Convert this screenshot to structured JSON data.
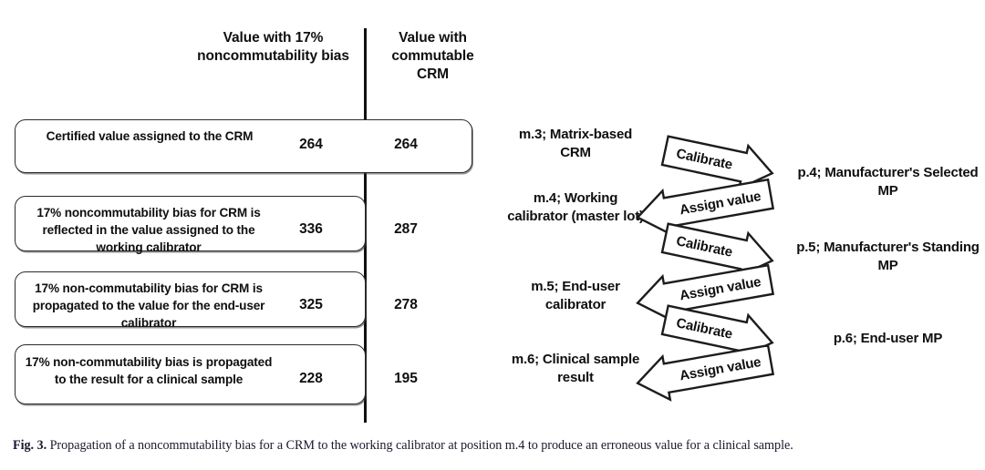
{
  "figure": {
    "caption_label": "Fig. 3.",
    "caption_text": "Propagation of a noncommutability bias for a CRM to the working calibrator at position m.4 to produce an erroneous value for a clinical sample."
  },
  "table": {
    "headers": {
      "bias_column": "Value with 17% noncommutability bias",
      "commutable_column": "Value with commutable CRM"
    },
    "rows": [
      {
        "statement": "Certified value assigned to the CRM",
        "bias_value": "264",
        "commutable_value": "264"
      },
      {
        "statement": "17% noncommutability bias for CRM is reflected in the value assigned to the working calibrator",
        "bias_value": "336",
        "commutable_value": "287"
      },
      {
        "statement": "17% non-commutability bias for CRM is propagated to the value for the end-user calibrator",
        "bias_value": "325",
        "commutable_value": "278"
      },
      {
        "statement": "17% non-commutability bias is propagated to the result for a clinical sample",
        "bias_value": "228",
        "commutable_value": "195"
      }
    ]
  },
  "process_diagram": {
    "material_nodes": [
      {
        "id": "m.3",
        "label": "m.3; Matrix-based CRM"
      },
      {
        "id": "m.4",
        "label": "m.4; Working calibrator (master lot)"
      },
      {
        "id": "m.5",
        "label": "m.5; End-user calibrator"
      },
      {
        "id": "m.6",
        "label": "m.6; Clinical sample result"
      }
    ],
    "procedure_nodes": [
      {
        "id": "p.4",
        "label": "p.4; Manufacturer's Selected MP"
      },
      {
        "id": "p.5",
        "label": "p.5; Manufacturer's Standing MP"
      },
      {
        "id": "p.6",
        "label": "p.6; End-user MP"
      }
    ],
    "arrows": [
      {
        "label": "Calibrate",
        "direction": "right"
      },
      {
        "label": "Assign value",
        "direction": "left"
      },
      {
        "label": "Calibrate",
        "direction": "right"
      },
      {
        "label": "Assign value",
        "direction": "left"
      },
      {
        "label": "Calibrate",
        "direction": "right"
      },
      {
        "label": "Assign value",
        "direction": "left"
      }
    ]
  },
  "colors": {
    "ink": "#0f0f0f",
    "box_border": "#2b2b2b",
    "divider": "#111111",
    "caption": "#1a1a2e",
    "background": "#ffffff"
  }
}
